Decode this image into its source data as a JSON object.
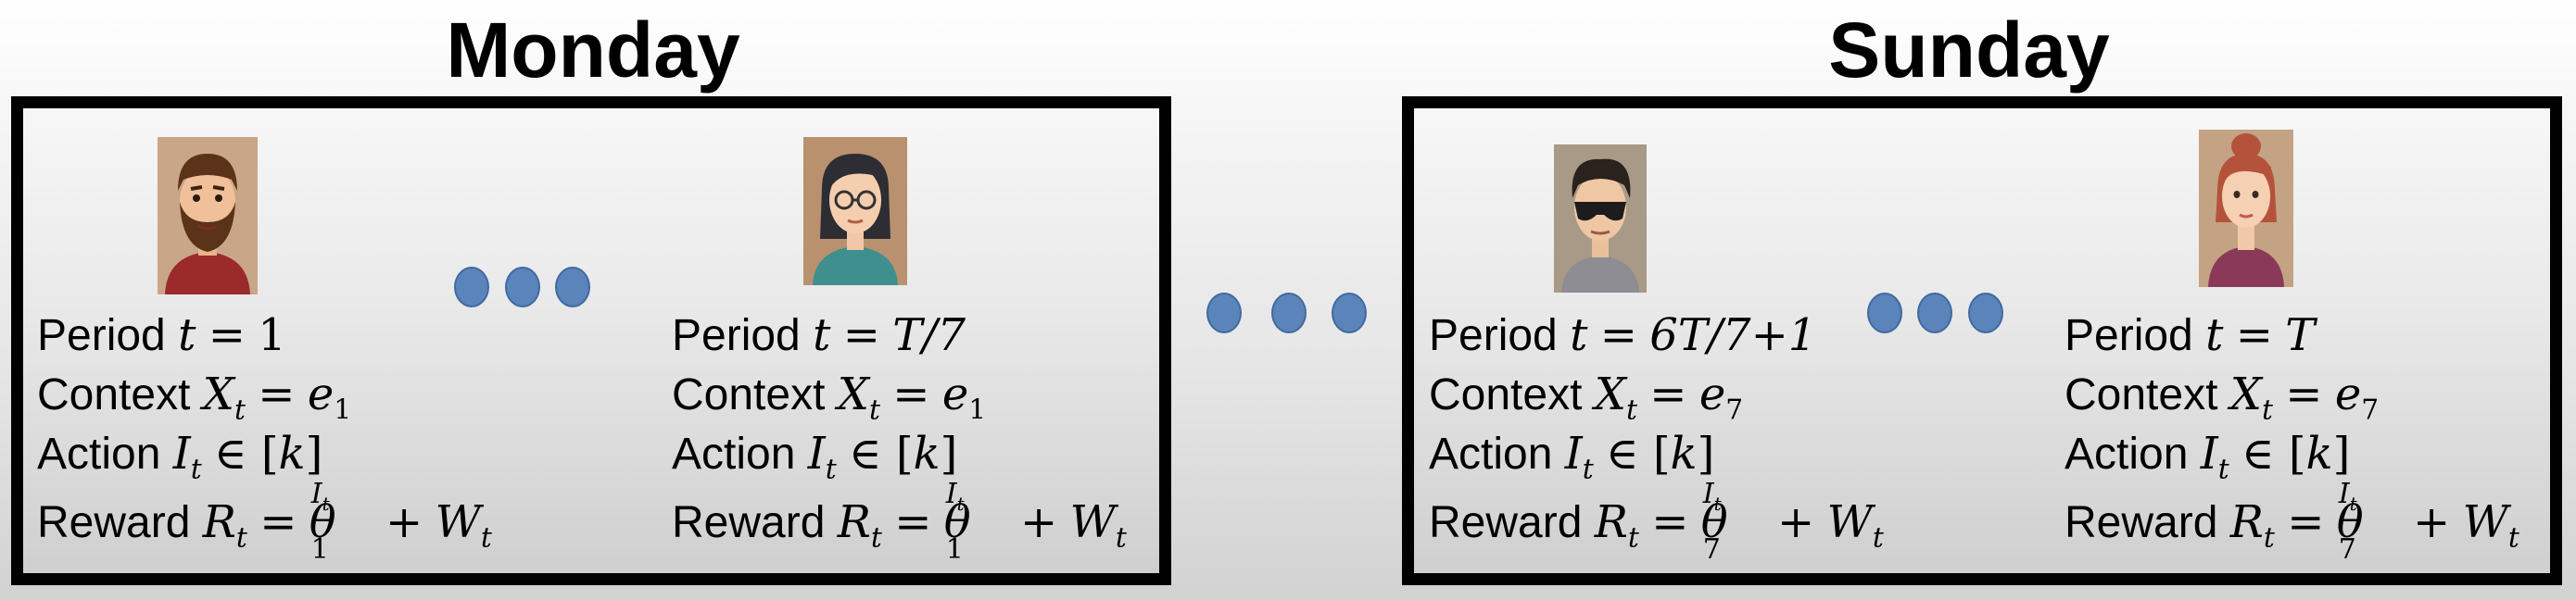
{
  "days": [
    {
      "title": "Monday",
      "entries": [
        {
          "avatar": "bearded-man-avatar",
          "period_label": "Period",
          "period_value": "1",
          "context_label": "Context",
          "context_sub": "1",
          "action_label": "Action",
          "reward_label": "Reward",
          "theta_sub": "1"
        },
        {
          "avatar": "woman-with-glasses-avatar",
          "period_label": "Period",
          "period_value": "T/7",
          "context_label": "Context",
          "context_sub": "1",
          "action_label": "Action",
          "reward_label": "Reward",
          "theta_sub": "1"
        }
      ]
    },
    {
      "title": "Sunday",
      "entries": [
        {
          "avatar": "man-with-sunglasses-avatar",
          "period_label": "Period",
          "period_value": "6T/7+1",
          "context_label": "Context",
          "context_sub": "7",
          "action_label": "Action",
          "reward_label": "Reward",
          "theta_sub": "7"
        },
        {
          "avatar": "red-haired-woman-avatar",
          "period_label": "Period",
          "period_value": "T",
          "context_label": "Context",
          "context_sub": "7",
          "action_label": "Action",
          "reward_label": "Reward",
          "theta_sub": "7"
        }
      ]
    }
  ],
  "colors": {
    "dot_fill": "#5b84bb",
    "border": "#000000"
  }
}
